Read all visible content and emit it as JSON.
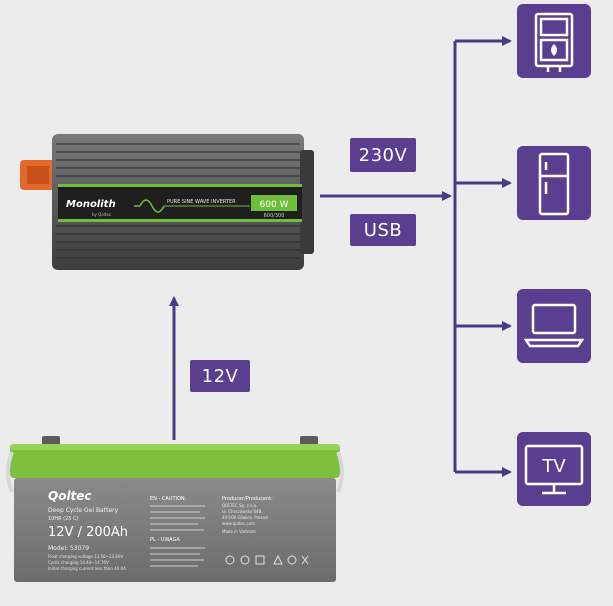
{
  "labels": {
    "ac_output": "230V",
    "usb_output": "USB",
    "dc_input": "12V"
  },
  "inverter": {
    "brand": "Monolith",
    "sub_brand": "by Qoltec",
    "wave_type": "PURE SINE WAVE INVERTER",
    "power": "600 W",
    "rating": "600/300"
  },
  "battery": {
    "brand": "Qoltec",
    "type_line1": "Deep Cycle Gel Battery",
    "type_line2": "10HR (25 C)",
    "spec": "12V / 200Ah",
    "model": "Model: 53079",
    "line_a": "Float charging voltage 13.50~13.80V",
    "line_b": "Cyclic charging 14.40~14.70V",
    "line_c": "Initial charging current less than 40.0A",
    "caution_en": "EN - CAUTION:",
    "caution_pl": "PL - UWAGA",
    "producer_title": "Producer/Producent:",
    "producer_name": "QOLTEC Sp. z o.o.",
    "producer_street": "ul. Chorzowska 64B,",
    "producer_city": "44-100 Gliwice, Poland",
    "producer_web": "www.qoltec.com",
    "made_in": "Made in Vietnam"
  },
  "devices": [
    {
      "name": "boiler-icon"
    },
    {
      "name": "fridge-icon"
    },
    {
      "name": "laptop-icon"
    },
    {
      "name": "tv-icon",
      "text": "TV"
    }
  ],
  "colors": {
    "accent": "#5a3e8f",
    "background": "#ececec",
    "battery_green": "#7fbf3f",
    "inverter_green": "#6fbe3a"
  }
}
